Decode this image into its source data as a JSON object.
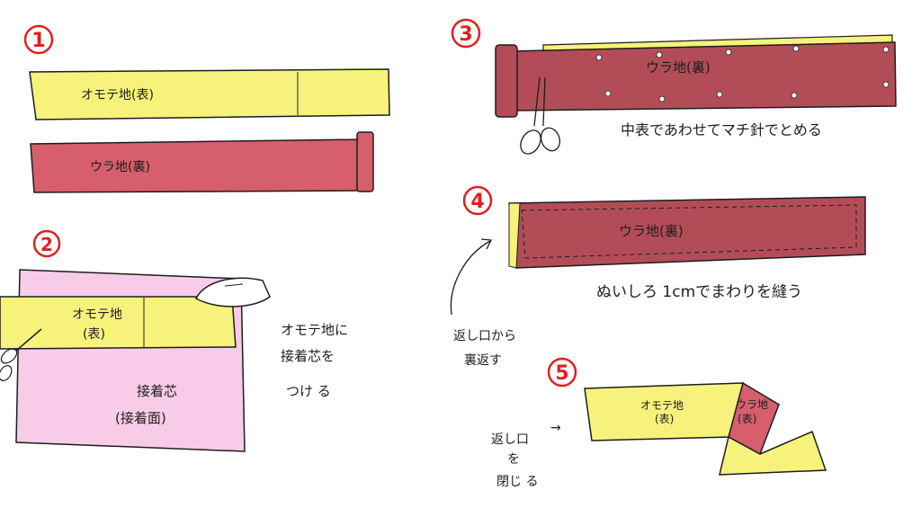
{
  "steps": [
    {
      "num": "1",
      "labels": {
        "omote": "オモテ地(表)",
        "ura": "ウラ地(裏)"
      }
    },
    {
      "num": "2",
      "labels": {
        "omote_line1": "オモテ地",
        "omote_line2": "(表)",
        "interlining_line1": "接着芯",
        "interlining_line2": "(接着面)"
      },
      "note": [
        "オモテ地に",
        "接着芯を",
        "つけ る"
      ]
    },
    {
      "num": "3",
      "labels": {
        "ura": "ウラ地(裏)"
      },
      "note": "中表であわせてマチ針でとめる"
    },
    {
      "num": "4",
      "labels": {
        "ura": "ウラ地(裏)"
      },
      "note": "ぬいしろ 1cmでまわりを縫う",
      "return_note": [
        "返し口から",
        "裏返す"
      ]
    },
    {
      "num": "5",
      "labels": {
        "omote_line1": "オモテ地",
        "omote_line2": "(表)",
        "ura_line1": "ウラ地",
        "ura_line2": "(表)"
      },
      "note": [
        "返し口",
        "を",
        "閉じ る"
      ],
      "arrow": "→"
    }
  ],
  "colors": {
    "yellow": "#f6f27c",
    "red": "#d65e6d",
    "dark_red": "#b24d58",
    "pink": "#f8cce8",
    "accent": "#e02020",
    "ink": "#1d1d1d"
  }
}
